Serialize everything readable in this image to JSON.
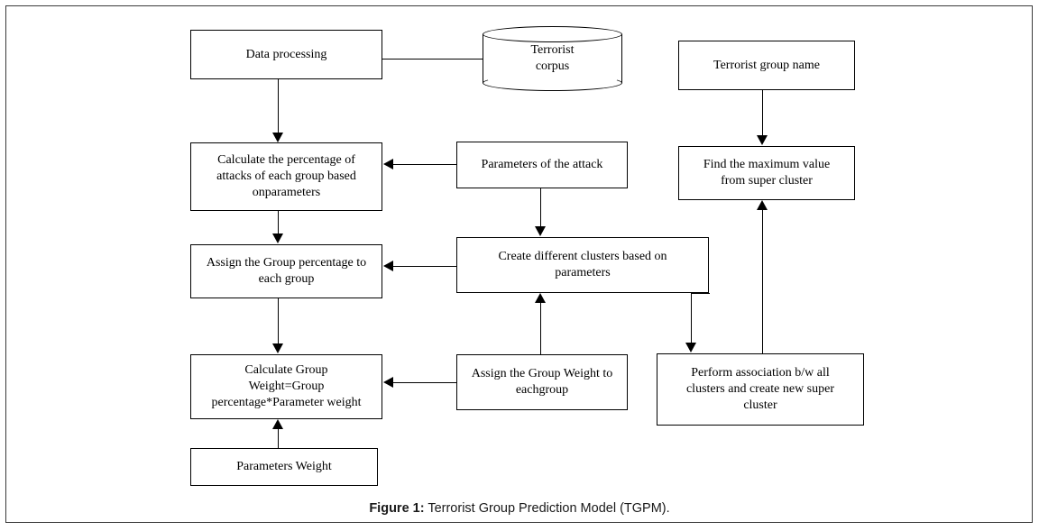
{
  "figure": {
    "caption_label": "Figure 1:",
    "caption_text": " Terrorist Group Prediction Model (TGPM)."
  },
  "diagram": {
    "title": "Terrorist Group Prediction Model (TGPM)",
    "type": "flowchart",
    "nodes": [
      {
        "id": "data-processing",
        "label": "Data processing",
        "shape": "rect"
      },
      {
        "id": "terrorist-corpus",
        "label": "Terrorist\ncorpus",
        "shape": "cylinder"
      },
      {
        "id": "terrorist-group-name",
        "label": "Terrorist group name",
        "shape": "rect"
      },
      {
        "id": "calculate-percentage",
        "label": "Calculate the percentage of\nattacks of each group based\nonparameters",
        "shape": "rect"
      },
      {
        "id": "parameters-of-attack",
        "label": "Parameters of the attack",
        "shape": "rect"
      },
      {
        "id": "find-maximum-value",
        "label": "Find the maximum value\nfrom super cluster",
        "shape": "rect"
      },
      {
        "id": "assign-group-percentage",
        "label": "Assign the Group percentage to\neach group",
        "shape": "rect"
      },
      {
        "id": "create-clusters",
        "label": "Create different clusters based on\nparameters",
        "shape": "rect"
      },
      {
        "id": "calculate-group-weight",
        "label": "Calculate Group\nWeight=Group\npercentage*Parameter weight",
        "shape": "rect"
      },
      {
        "id": "assign-group-weight",
        "label": "Assign the Group Weight to\neachgroup",
        "shape": "rect"
      },
      {
        "id": "perform-association",
        "label": "Perform association b/w all\nclusters and create new super\ncluster",
        "shape": "rect"
      },
      {
        "id": "parameters-weight",
        "label": "Parameters Weight",
        "shape": "rect"
      }
    ],
    "edges": [
      {
        "from": "data-processing",
        "to": "terrorist-corpus",
        "arrow": "none"
      },
      {
        "from": "data-processing",
        "to": "calculate-percentage",
        "arrow": "down"
      },
      {
        "from": "parameters-of-attack",
        "to": "calculate-percentage",
        "arrow": "left"
      },
      {
        "from": "parameters-of-attack",
        "to": "create-clusters",
        "arrow": "down"
      },
      {
        "from": "calculate-percentage",
        "to": "assign-group-percentage",
        "arrow": "down"
      },
      {
        "from": "create-clusters",
        "to": "assign-group-percentage",
        "arrow": "left"
      },
      {
        "from": "assign-group-percentage",
        "to": "calculate-group-weight",
        "arrow": "down"
      },
      {
        "from": "assign-group-weight",
        "to": "calculate-group-weight",
        "arrow": "left"
      },
      {
        "from": "assign-group-weight",
        "to": "create-clusters",
        "arrow": "up"
      },
      {
        "from": "create-clusters",
        "to": "perform-association",
        "arrow": "down"
      },
      {
        "from": "perform-association",
        "to": "find-maximum-value",
        "arrow": "up"
      },
      {
        "from": "terrorist-group-name",
        "to": "find-maximum-value",
        "arrow": "down"
      },
      {
        "from": "parameters-weight",
        "to": "calculate-group-weight",
        "arrow": "up"
      }
    ]
  },
  "colors": {
    "stroke": "#000000",
    "frame": "#3a3a3a",
    "background": "#ffffff",
    "caption_text": "#1a1a1a"
  }
}
